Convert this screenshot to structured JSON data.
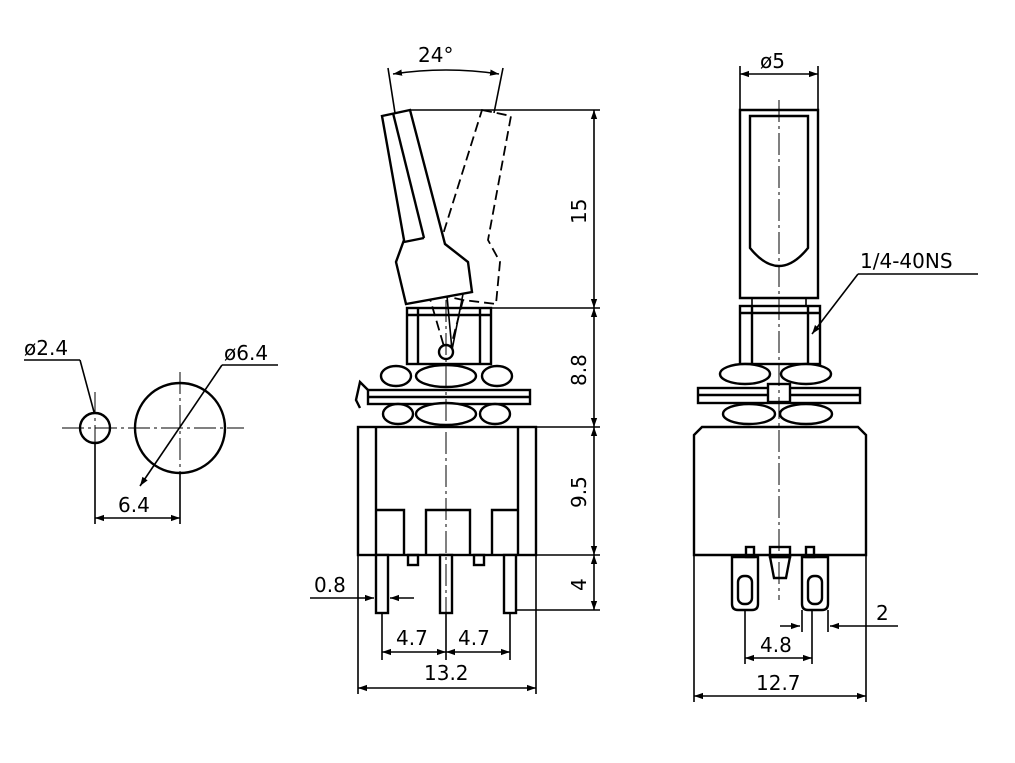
{
  "drawing": {
    "panel_hole": {
      "small_hole_dim": "ø2.4",
      "large_hole_dim": "ø6.4",
      "spacing_dim": "6.4"
    },
    "front_view": {
      "angle_dim": "24°",
      "lever_height_dim": "15",
      "bushing_height_dim": "8.8",
      "body_height_dim": "9.5",
      "terminal_length_dim": "4",
      "terminal_thickness_dim": "0.8",
      "pitch_left_dim": "4.7",
      "pitch_right_dim": "4.7",
      "body_width_dim": "13.2"
    },
    "side_view": {
      "lever_dia_dim": "ø5",
      "thread_dim": "1/4-40NS",
      "terminal_width_dim": "2",
      "pitch_dim": "4.8",
      "body_width_dim": "12.7"
    }
  }
}
